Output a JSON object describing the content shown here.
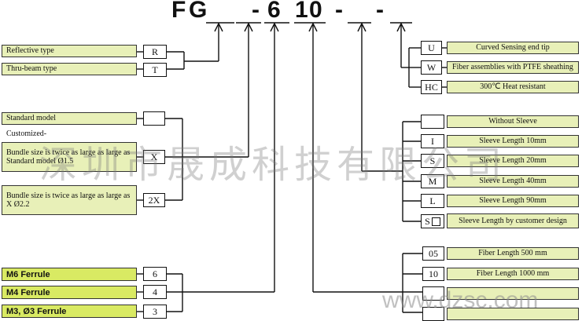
{
  "title": {
    "chars": [
      "F",
      "G",
      "-",
      "6",
      "1",
      "0",
      "-",
      "-"
    ]
  },
  "left_top": {
    "reflective_label": "Reflective type",
    "reflective_code": "R",
    "thru_label": "Thru-beam type",
    "thru_code": "T"
  },
  "left_mid": {
    "standard_label": "Standard model",
    "customized_label": "Customized-",
    "bundle1_label": "Bundle size is twice as large as large as Standard model Ø1.5",
    "bundle1_code": "X",
    "bundle2_label": "Bundle size is twice as large as large as  X  Ø2.2",
    "bundle2_code": "2X"
  },
  "left_bottom": {
    "m6_label": "M6 Ferrule",
    "m6_code": "6",
    "m4_label": "M4 Ferrule",
    "m4_code": "4",
    "m3_label": "M3, Ø3  Ferrule",
    "m3_code": "3"
  },
  "right_top": {
    "u_code": "U",
    "u_label": "Curved Sensing end tip",
    "w_code": "W",
    "w_label": "Fiber assemblies with PTFE sheathing",
    "hc_code": "HC",
    "hc_label": "300℃ Heat resistant"
  },
  "right_mid": {
    "none_label": "Without Sleeve",
    "i_code": "I",
    "i_label": "Sleeve Length 10mm",
    "s_code": "S",
    "s_label": "Sleeve Length 20mm",
    "m_code": "M",
    "m_label": "Sleeve Length 40mm",
    "l_code": "L",
    "l_label": "Sleeve Length 90mm",
    "s2_code": "S",
    "s2_label": "Sleeve Length by customer design"
  },
  "right_bottom": {
    "c05_code": "05",
    "c05_label": "Fiber Length 500 mm",
    "c10_code": "10",
    "c10_label": "Fiber Length 1000 mm"
  },
  "watermark": {
    "cn": "深圳市晟成科技有限公司",
    "url": "www.dzsc.com"
  }
}
